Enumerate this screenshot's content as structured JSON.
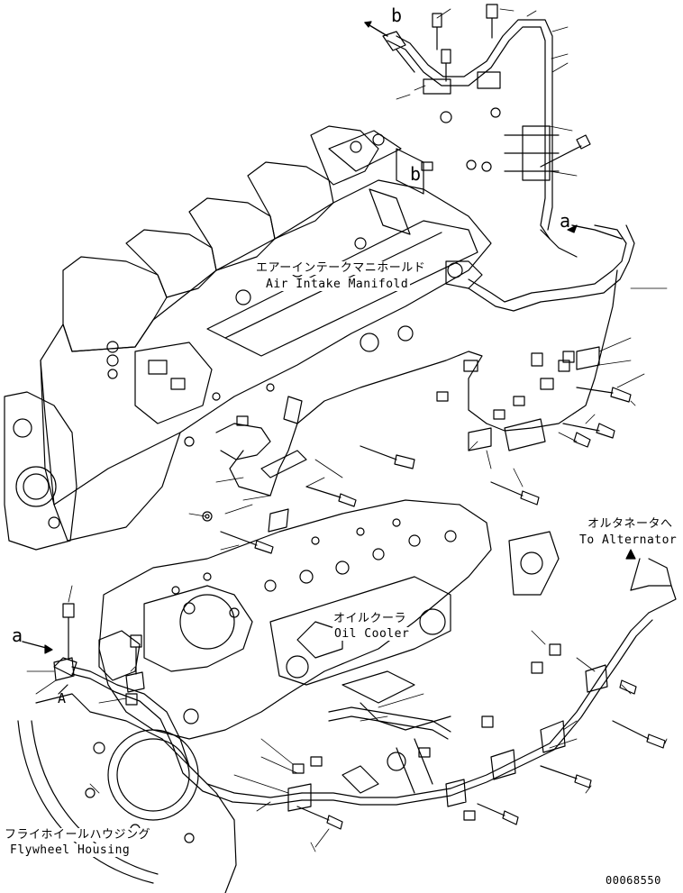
{
  "labels": {
    "air_intake_jp": "エアーインテークマニホールド",
    "air_intake_en": "Air Intake Manifold",
    "oil_cooler_jp": "オイルクーラ",
    "oil_cooler_en": "Oil Cooler",
    "alternator_jp": "オルタネータへ",
    "alternator_en": "To Alternator",
    "flywheel_jp": "フライホイールハウジング",
    "flywheel_en": "Flywheel Housing",
    "ref_b_top": "b",
    "ref_b_mid": "b",
    "ref_a_right": "a",
    "ref_a_left": "a",
    "ref_A": "A",
    "drawing_number": "00068550"
  },
  "colors": {
    "line": "#000000",
    "background": "#ffffff"
  }
}
